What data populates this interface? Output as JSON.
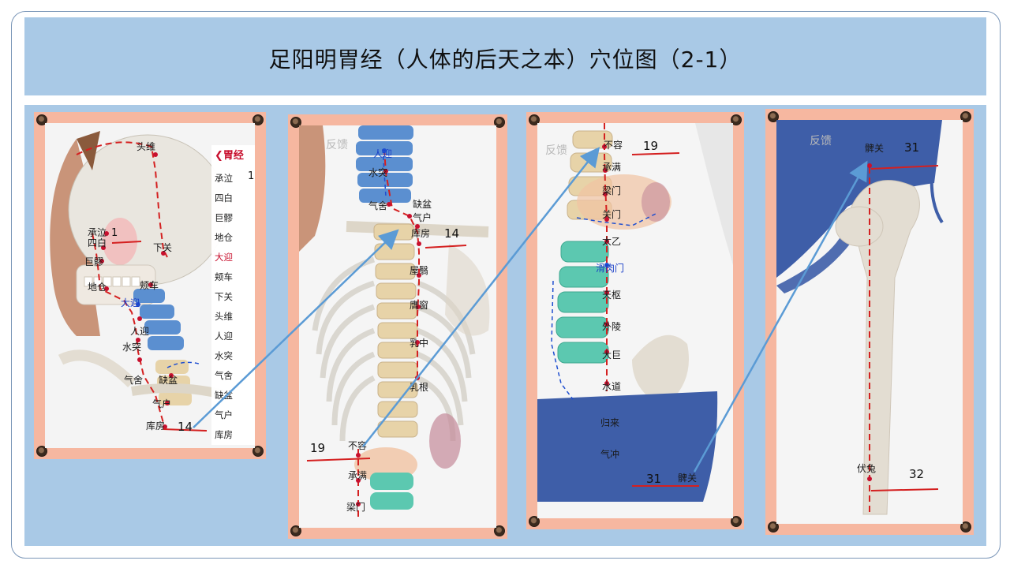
{
  "title": "足阳明胃经（人体的后天之本）穴位图（2-1）",
  "panel1": {
    "menu_title": "胃经",
    "menu_items": [
      "承泣",
      "四白",
      "巨髎",
      "地仓",
      "大迎",
      "颊车",
      "下关",
      "头维",
      "人迎",
      "水突",
      "气舍",
      "缺盆",
      "气户",
      "库房"
    ],
    "menu_first_number": "1",
    "labels": {
      "touwei": "头维",
      "chengqi": "承泣",
      "sibai": "四白",
      "juliao": "巨髎",
      "xiaguan": "下关",
      "dicang": "地仓",
      "jiache": "颊车",
      "daying": "大迎",
      "renying": "人迎",
      "shuitu": "水突",
      "qishe": "气舍",
      "quepen": "缺盆",
      "qihu": "气户",
      "kufang": "库房"
    },
    "numbers": {
      "start": "1",
      "end": "14"
    }
  },
  "panel2": {
    "watermark": "反馈",
    "labels": {
      "renying": "人迎",
      "shuitu": "水突",
      "qishe": "气舍",
      "quepen": "缺盆",
      "qihu": "气户",
      "kufang": "库房",
      "wuyi": "屋翳",
      "yingchuang": "膺窗",
      "ruzhong": "乳中",
      "rugen": "乳根",
      "burong": "不容",
      "chengman": "承满",
      "liangmen": "梁门"
    },
    "numbers": {
      "kufang": "14",
      "burong": "19"
    }
  },
  "panel3": {
    "watermark": "反馈",
    "labels": {
      "burong": "不容",
      "chengman": "承满",
      "liangmen": "梁门",
      "guanmen": "关门",
      "taiyi": "太乙",
      "huaroumen": "滑肉门",
      "tianshu": "天枢",
      "wailing": "外陵",
      "daju": "大巨",
      "shuidao": "水道",
      "guilai": "归来",
      "qichong": "气冲",
      "biguan": "髀关"
    },
    "numbers": {
      "burong": "19",
      "biguan": "31"
    }
  },
  "panel4": {
    "watermark": "反馈",
    "labels": {
      "biguan": "髀关",
      "futu": "伏兔"
    },
    "numbers": {
      "biguan": "31",
      "futu": "32"
    }
  },
  "colors": {
    "slide_bg": "#a9c9e6",
    "panel_frame": "#f6b7a0",
    "meridian_red": "#d42020",
    "arrow_blue": "#5b9bd5",
    "vertebra_blue": "#5b8fd0",
    "vertebra_teal": "#5cc8b0",
    "garment_blue": "#3e5ea8"
  }
}
